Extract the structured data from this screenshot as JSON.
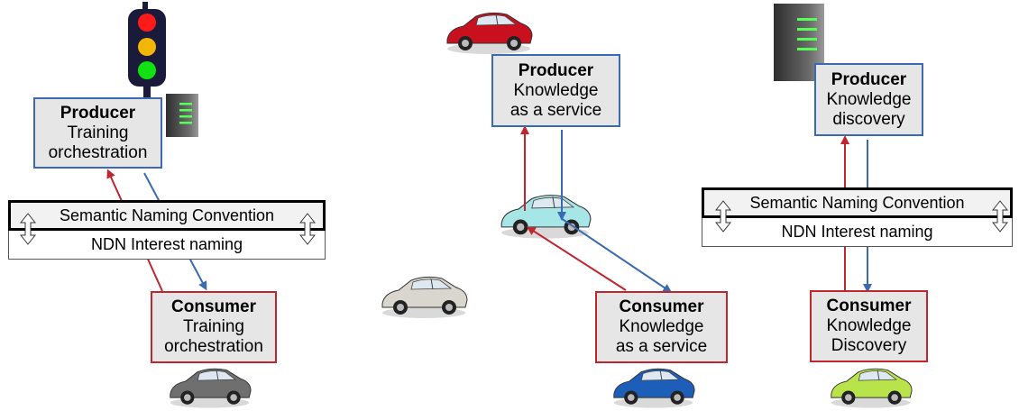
{
  "colors": {
    "producer_border": "#3a6bb0",
    "consumer_border": "#c0262d",
    "arrow_red": "#c0262d",
    "arrow_blue": "#3a6bb0",
    "box_fill": "#e6e6e6"
  },
  "left": {
    "producer": {
      "title": "Producer",
      "line1": "Training",
      "line2": "orchestration"
    },
    "semantic_label": "Semantic Naming Convention",
    "ndn_label": "NDN Interest naming",
    "consumer": {
      "title": "Consumer",
      "line1": "Training",
      "line2": "orchestration"
    }
  },
  "middle": {
    "producer": {
      "title": "Producer",
      "line1": "Knowledge",
      "line2": "as a service"
    },
    "consumer": {
      "title": "Consumer",
      "line1": "Knowledge",
      "line2": "as a service"
    }
  },
  "right": {
    "producer": {
      "title": "Producer",
      "line1": "Knowledge",
      "line2": "discovery"
    },
    "semantic_label": "Semantic Naming Convention",
    "ndn_label": "NDN Interest naming",
    "consumer": {
      "title": "Consumer",
      "line1": "Knowledge",
      "line2": "Discovery"
    }
  },
  "icons": [
    "traffic-light-icon",
    "server-icon",
    "car-icon"
  ]
}
